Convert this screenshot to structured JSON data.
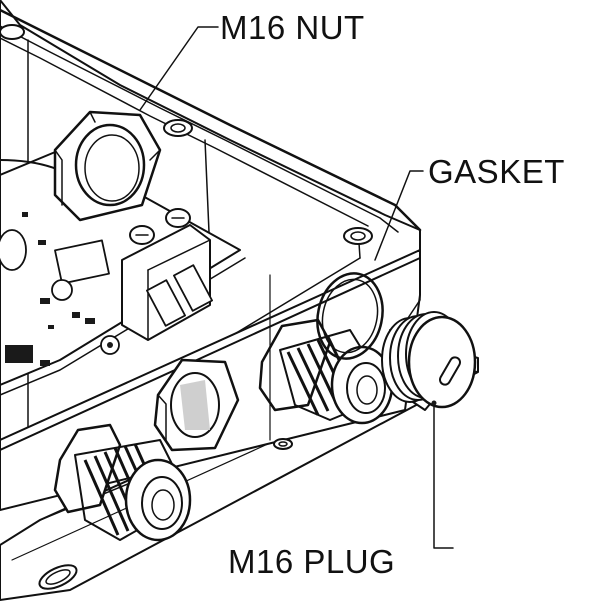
{
  "labels": {
    "nut": "M16 NUT",
    "gasket": "GASKET",
    "plug": "M16 PLUG"
  }
}
